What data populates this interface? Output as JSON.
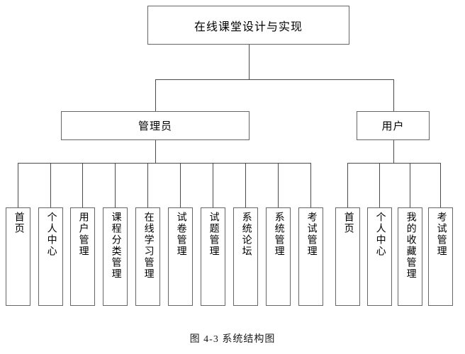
{
  "figure": {
    "caption": "图 4-3 系统结构图"
  },
  "tree": {
    "root": {
      "label": "在线课堂设计与实现"
    },
    "branches": [
      {
        "id": "admin",
        "label": "管理员",
        "children": [
          {
            "label": "首页"
          },
          {
            "label": "个人中心"
          },
          {
            "label": "用户管理"
          },
          {
            "label": "课程分类管理"
          },
          {
            "label": "在线学习管理"
          },
          {
            "label": "试卷管理"
          },
          {
            "label": "试题管理"
          },
          {
            "label": "系统论坛"
          },
          {
            "label": "系统管理"
          },
          {
            "label": "考试管理"
          }
        ]
      },
      {
        "id": "user",
        "label": "用户",
        "children": [
          {
            "label": "首页"
          },
          {
            "label": "个人中心"
          },
          {
            "label": "我的收藏管理"
          },
          {
            "label": "考试管理"
          }
        ]
      }
    ]
  },
  "style": {
    "line_color": "#4a4a4a",
    "box_border_color": "#666666",
    "background": "#ffffff",
    "text_color": "#000000"
  }
}
